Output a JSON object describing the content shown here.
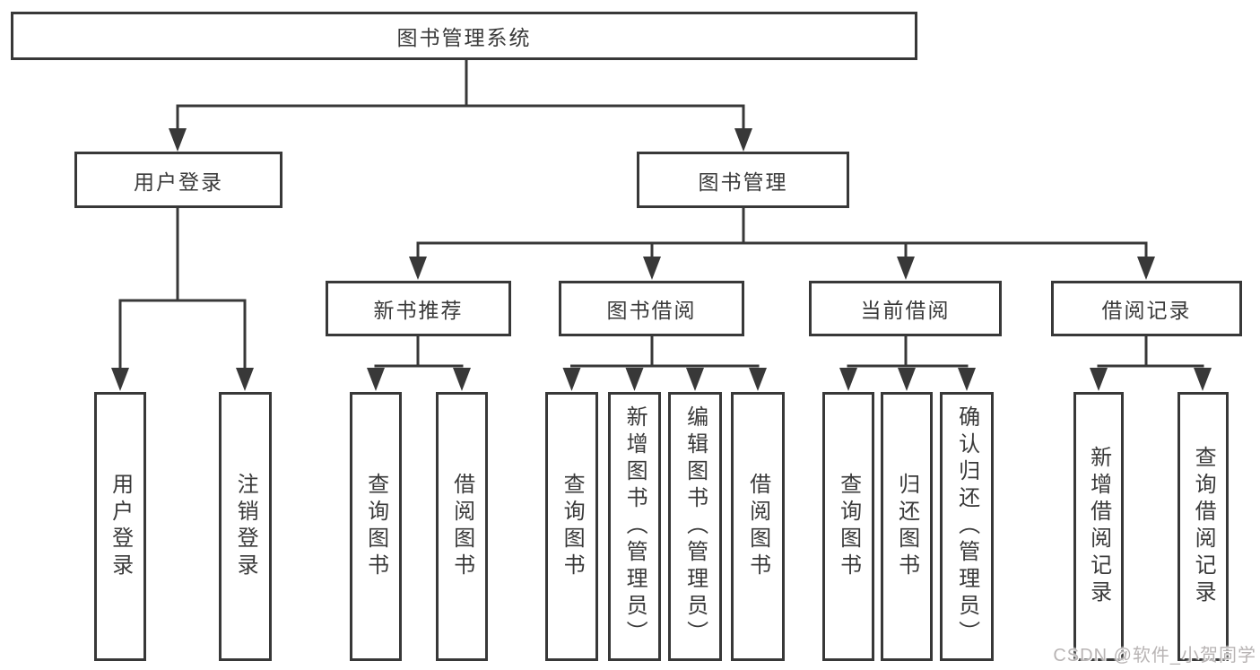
{
  "diagram": {
    "root": {
      "label": "图书管理系统"
    },
    "branches": [
      {
        "label": "用户登录",
        "children": [
          {
            "label": "用户登录"
          },
          {
            "label": "注销登录"
          }
        ]
      },
      {
        "label": "图书管理",
        "children": [
          {
            "label": "新书推荐",
            "children": [
              {
                "label": "查询图书"
              },
              {
                "label": "借阅图书"
              }
            ]
          },
          {
            "label": "图书借阅",
            "children": [
              {
                "label": "查询图书"
              },
              {
                "label": "新增图书（管理员）"
              },
              {
                "label": "编辑图书（管理员）"
              },
              {
                "label": "借阅图书"
              }
            ]
          },
          {
            "label": "当前借阅",
            "children": [
              {
                "label": "查询图书"
              },
              {
                "label": "归还图书"
              },
              {
                "label": "确认归还（管理员）"
              }
            ]
          },
          {
            "label": "借阅记录",
            "children": [
              {
                "label": "新增借阅记录"
              },
              {
                "label": "查询借阅记录"
              }
            ]
          }
        ]
      }
    ]
  },
  "watermark": {
    "text": "CSDN @软件_小贺同学"
  },
  "colors": {
    "line": "#383838",
    "text": "#3a3a3a",
    "background": "#ffffff",
    "watermark": "#b8b4b4"
  }
}
